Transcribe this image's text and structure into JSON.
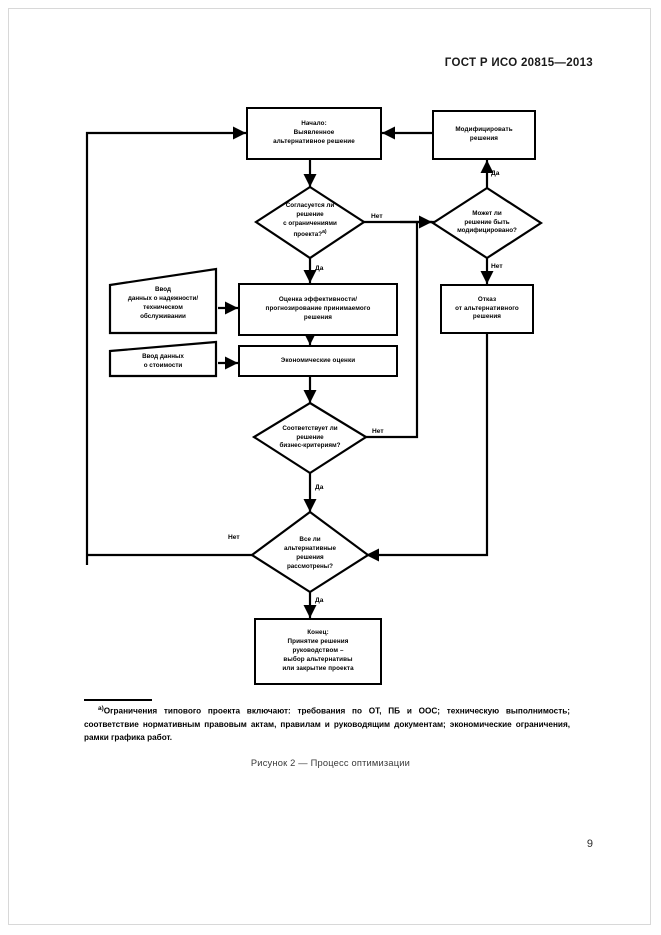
{
  "document": {
    "header": "ГОСТ Р ИСО 20815—2013",
    "page_number": "9",
    "caption": "Рисунок 2 — Процесс оптимизации"
  },
  "footnote": {
    "marker": "a)",
    "text": "Ограничения типового проекта включают: требования по ОТ, ПБ и ООС; техническую выполнимость; соответствие нормативным правовым актам, правилам и руководящим документам; экономические ограничения, рамки графика работ."
  },
  "flowchart": {
    "nodes": {
      "start": "Начало:\nВыявленное\nальтернативное решение",
      "start_l1": "Начало:",
      "start_l2": "Выявленное",
      "start_l3": "альтернативное решение",
      "modify_l1": "Модифицировать",
      "modify_l2": "решения",
      "constraints_l1": "Согласуется ли",
      "constraints_l2": "решение",
      "constraints_l3": "с ограничениями",
      "constraints_l4": "проекта?",
      "constraints_marker": "a)",
      "canmodify_l1": "Может ли",
      "canmodify_l2": "решение быть",
      "canmodify_l3": "модифицировано?",
      "input_reliability_l1": "Ввод",
      "input_reliability_l2": "данных о надежности/",
      "input_reliability_l3": "техническом",
      "input_reliability_l4": "обслуживании",
      "input_cost_l1": "Ввод данных",
      "input_cost_l2": "о стоимости",
      "performance_l1": "Оценка эффективности/",
      "performance_l2": "прогнозирование принимаемого",
      "performance_l3": "решения",
      "economic": "Экономические оценки",
      "reject_l1": "Отказ",
      "reject_l2": "от альтернативного",
      "reject_l3": "решения",
      "business_l1": "Соответствует ли",
      "business_l2": "решение",
      "business_l3": "бизнес-критериям?",
      "allalts_l1": "Все ли",
      "allalts_l2": "альтернативные",
      "allalts_l3": "решения",
      "allalts_l4": "рассмотрены?",
      "end_l1": "Конец:",
      "end_l2": "Принятие решения",
      "end_l3": "руководством –",
      "end_l4": "выбор альтернативы",
      "end_l5": "или закрытие проекта"
    },
    "edge_labels": {
      "constraints_no": "Нет",
      "constraints_yes": "Да",
      "canmodify_yes": "Да",
      "canmodify_no": "Нет",
      "business_no": "Нет",
      "business_yes": "Да",
      "allalts_no": "Нет",
      "allalts_yes": "Да"
    }
  }
}
